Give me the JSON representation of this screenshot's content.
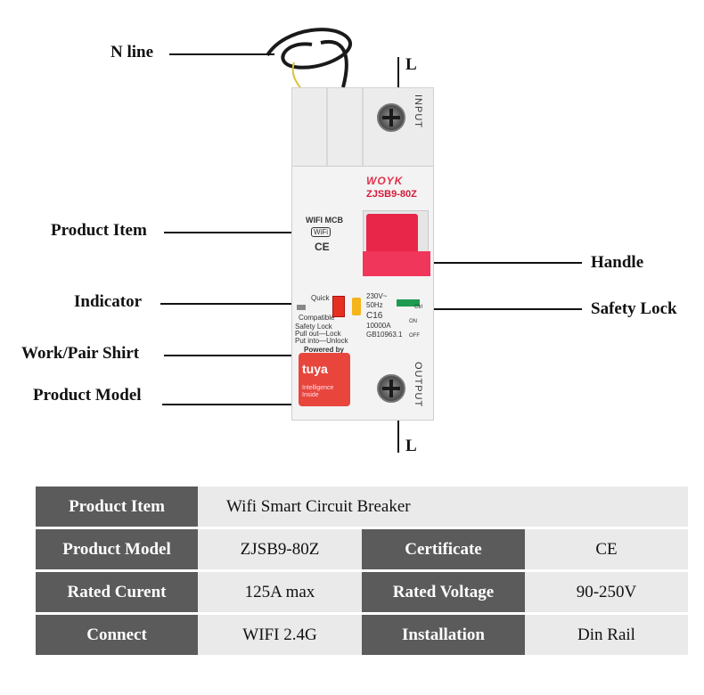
{
  "callouts": {
    "n_line": "N line",
    "l_top": "L",
    "product_item": "Product Item",
    "handle": "Handle",
    "indicator": "Indicator",
    "safety_lock": "Safety Lock",
    "work_pair_shirt": "Work/Pair Shirt",
    "product_model": "Product Model",
    "l_bottom": "L"
  },
  "device": {
    "input": "INPUT",
    "output": "OUTPUT",
    "brand": "WOYK",
    "model": "ZJSB9-80Z",
    "wifi_mcb": "WIFI MCB",
    "wifi_badge": "WiFi",
    "ce": "CE",
    "quick": "Quick",
    "compatible": "Compatible",
    "safety_lock": "Safety Lock",
    "pull_out": "Pull out—Lock",
    "put_into": "Put into—Unlock",
    "powered_by": "Powered by",
    "tuya": "tuya",
    "intelligence": "Intelligence",
    "inside": "Inside",
    "voltage": "230V~",
    "hz": "50Hz",
    "rating": "C16",
    "capacity": "10000A",
    "standard": "GB10963.1",
    "ctrl": "Ctrl",
    "on": "ON",
    "off": "OFF"
  },
  "table": {
    "rows": [
      {
        "cells": [
          {
            "text": "Product Item",
            "kind": "head"
          },
          {
            "text": "Wifi Smart Circuit Breaker",
            "kind": "val",
            "span": 3
          }
        ]
      },
      {
        "cells": [
          {
            "text": "Product Model",
            "kind": "head"
          },
          {
            "text": "ZJSB9-80Z",
            "kind": "val"
          },
          {
            "text": "Certificate",
            "kind": "head"
          },
          {
            "text": "CE",
            "kind": "val"
          }
        ]
      },
      {
        "cells": [
          {
            "text": "Rated Curent",
            "kind": "head"
          },
          {
            "text": "125A max",
            "kind": "val"
          },
          {
            "text": "Rated Voltage",
            "kind": "head"
          },
          {
            "text": "90-250V",
            "kind": "val"
          }
        ]
      },
      {
        "cells": [
          {
            "text": "Connect",
            "kind": "head"
          },
          {
            "text": "WIFI 2.4G",
            "kind": "val"
          },
          {
            "text": "Installation",
            "kind": "head"
          },
          {
            "text": "Din Rail",
            "kind": "val"
          }
        ]
      }
    ]
  }
}
